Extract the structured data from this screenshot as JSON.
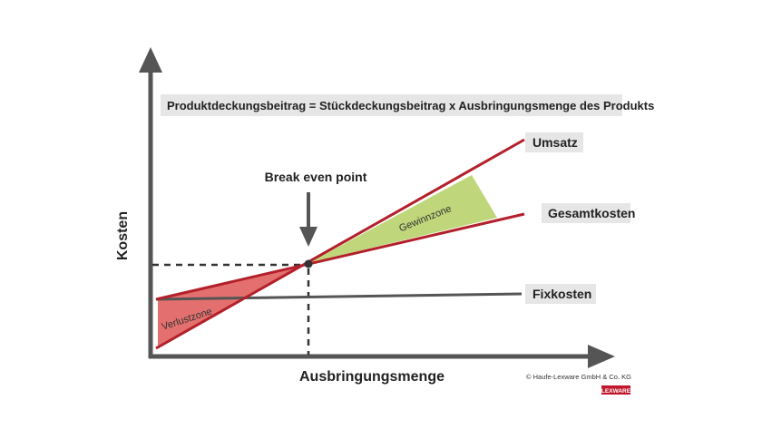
{
  "formula": "Produktdeckungsbeitrag = Stückdeckungsbeitrag x Ausbringungsmenge des Produkts",
  "axes": {
    "y_label": "Kosten",
    "x_label": "Ausbringungsmenge"
  },
  "lines": {
    "umsatz": "Umsatz",
    "gesamtkosten": "Gesamtkosten",
    "fixkosten": "Fixkosten"
  },
  "zones": {
    "gewinn": "Gewinnzone",
    "verlust": "Verlustzone"
  },
  "break_even": "Break even point",
  "copyright": "© Haufe-Lexware GmbH & Co. KG",
  "logo_text": "LEXWARE",
  "colors": {
    "line_red": "#b3202b",
    "line_gray": "#555555",
    "profit_fill": "#bfd77a",
    "loss_fill": "#e3706e",
    "label_bg": "#e6e6e6",
    "logo_bg": "#c0152a"
  }
}
